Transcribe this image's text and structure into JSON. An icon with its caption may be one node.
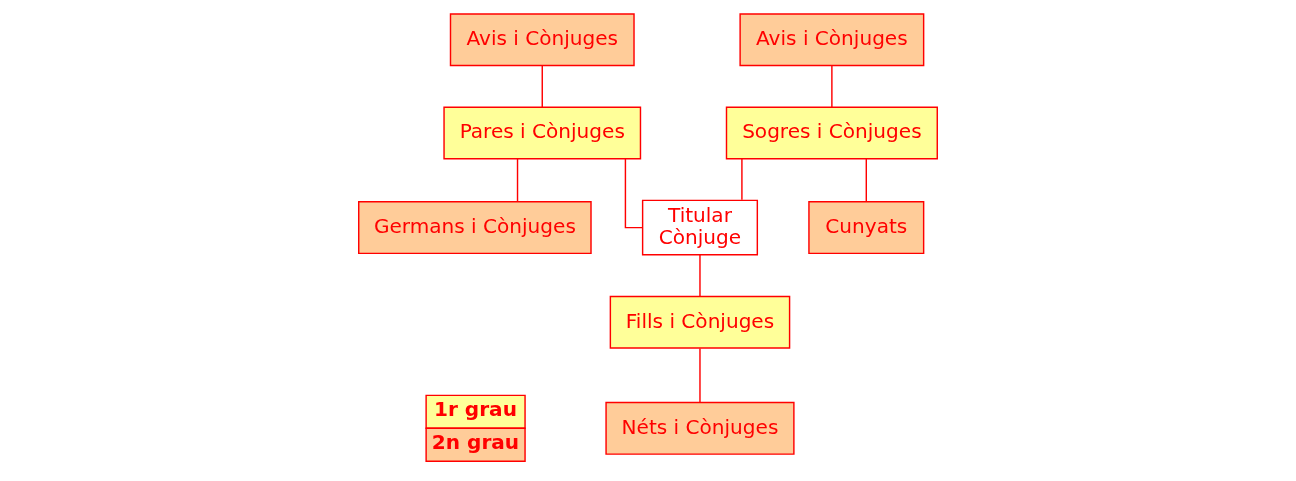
{
  "diagram": {
    "nodes": [
      {
        "text": [
          "Avis i Cònjuges"
        ]
      },
      {
        "text": [
          "Pares i Cònjuges"
        ]
      },
      {
        "text": [
          "Germans i Cònjuges"
        ]
      },
      {
        "text": [
          "Titular",
          "Cònjuge"
        ]
      },
      {
        "text": [
          "Sogres i Cònjuges"
        ]
      },
      {
        "text": [
          "Avis i Cònjuges"
        ]
      },
      {
        "text": [
          "Cunyats"
        ]
      },
      {
        "text": [
          "Fills i Cònjuges"
        ]
      },
      {
        "text": [
          "Néts i Cònjuges"
        ]
      }
    ],
    "edges": [
      {
        "from": 0,
        "to": 1,
        "arrow": "none"
      },
      {
        "from": 1,
        "to": 2,
        "arrow": "none"
      },
      {
        "from": 1,
        "to": 3,
        "arrow": "none"
      },
      {
        "from": 5,
        "to": 4,
        "arrow": "none"
      },
      {
        "from": 4,
        "to": 3,
        "arrow": "none"
      },
      {
        "from": 4,
        "to": 6,
        "arrow": "none"
      },
      {
        "from": 3,
        "to": 7,
        "arrow": "none"
      },
      {
        "from": 7,
        "to": 8,
        "arrow": "none"
      }
    ],
    "legend": [
      {
        "text": "1r grau",
        "color": "#ffff99"
      },
      {
        "text": "2n grau",
        "color": "#ffcc99"
      }
    ]
  }
}
